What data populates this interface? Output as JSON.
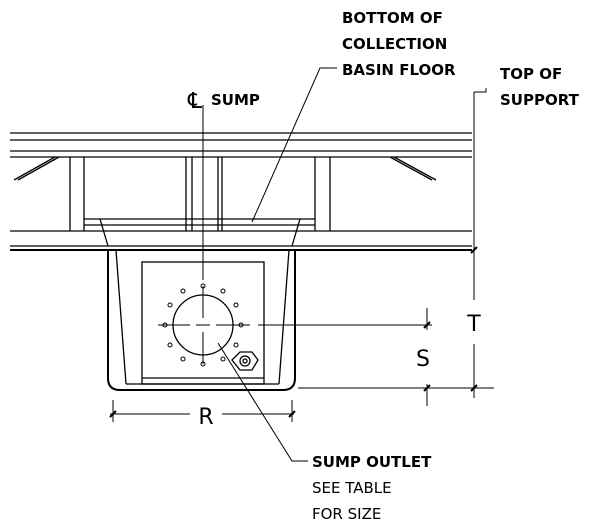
{
  "labels": {
    "bottom_of_basin": [
      "BOTTOM OF",
      "COLLECTION",
      "BASIN FLOOR"
    ],
    "top_of_support": [
      "TOP OF",
      "SUPPORT"
    ],
    "centerline_symbol": "℄",
    "centerline_label": "SUMP",
    "sump_outlet": "SUMP OUTLET",
    "see_table": [
      "SEE TABLE",
      "FOR SIZE"
    ]
  },
  "dimensions": {
    "width": "R",
    "total_height": "T",
    "outlet_height": "S"
  },
  "colors": {
    "line": "#000000",
    "background": "#ffffff"
  }
}
